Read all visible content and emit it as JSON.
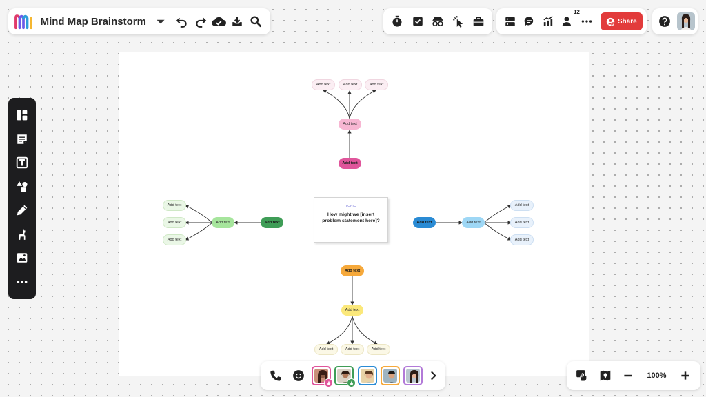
{
  "board": {
    "title": "Mind Map Brainstorm"
  },
  "toolbar_top": {
    "left_icons": [
      "chevron-down-icon",
      "undo-icon",
      "redo-icon",
      "cloud-sync-icon",
      "export-icon",
      "search-icon"
    ],
    "middle_icons": [
      "timer-icon",
      "checkbox-icon",
      "incognito-icon",
      "cursor-click-icon",
      "toolbox-icon"
    ],
    "right_icons": [
      "layout-icon",
      "comment-icon",
      "chart-icon",
      "people-icon",
      "more-icon"
    ],
    "collaborator_count": "12",
    "share_label": "Share"
  },
  "left_tools": [
    "templates-icon",
    "sticky-note-icon",
    "text-icon",
    "shapes-icon",
    "pen-icon",
    "llama-icon",
    "image-icon",
    "more-icon"
  ],
  "mindmap": {
    "topic_label": "TOPIC",
    "topic_text": "How might we [insert problem statement here]?",
    "nodes": [
      {
        "id": "top-main",
        "text": "Add text",
        "bold": true
      },
      {
        "id": "top-sub",
        "text": "Add text",
        "bold": false
      },
      {
        "id": "top-leaf-1",
        "text": "Add text",
        "bold": false
      },
      {
        "id": "top-leaf-2",
        "text": "Add text",
        "bold": false
      },
      {
        "id": "top-leaf-3",
        "text": "Add text",
        "bold": false
      },
      {
        "id": "left-main",
        "text": "Add text",
        "bold": true
      },
      {
        "id": "left-sub",
        "text": "Add text",
        "bold": false
      },
      {
        "id": "left-leaf-1",
        "text": "Add text",
        "bold": false
      },
      {
        "id": "left-leaf-2",
        "text": "Add text",
        "bold": false
      },
      {
        "id": "left-leaf-3",
        "text": "Add text",
        "bold": false
      },
      {
        "id": "right-main",
        "text": "Add text",
        "bold": true
      },
      {
        "id": "right-sub",
        "text": "Add text",
        "bold": false
      },
      {
        "id": "right-leaf-1",
        "text": "Add text",
        "bold": false
      },
      {
        "id": "right-leaf-2",
        "text": "Add text",
        "bold": false
      },
      {
        "id": "right-leaf-3",
        "text": "Add text",
        "bold": false
      },
      {
        "id": "bottom-main",
        "text": "Add text",
        "bold": true
      },
      {
        "id": "bottom-sub",
        "text": "Add text",
        "bold": false
      },
      {
        "id": "bottom-leaf-1",
        "text": "Add text",
        "bold": false
      },
      {
        "id": "bottom-leaf-2",
        "text": "Add text",
        "bold": false
      },
      {
        "id": "bottom-leaf-3",
        "text": "Add text",
        "bold": false
      }
    ]
  },
  "colors": {
    "share_red": "#e23b3b",
    "top_main": "#e0559b",
    "top_sub": "#f7b6d2",
    "top_leaf": "#fbeef3",
    "left_main": "#3f9d57",
    "left_sub": "#a6e59c",
    "left_leaf": "#eaf7e6",
    "right_main": "#2a8bd4",
    "right_sub": "#9ed7f5",
    "right_leaf": "#e8f1fb",
    "bottom_main": "#f6a93b",
    "bottom_sub": "#fbe87a",
    "bottom_leaf": "#fbf8e6"
  },
  "bottom_bar": {
    "collaborators": [
      "collaborator-1",
      "collaborator-2",
      "collaborator-3",
      "collaborator-4",
      "collaborator-5"
    ]
  },
  "zoom": {
    "level": "100%"
  }
}
